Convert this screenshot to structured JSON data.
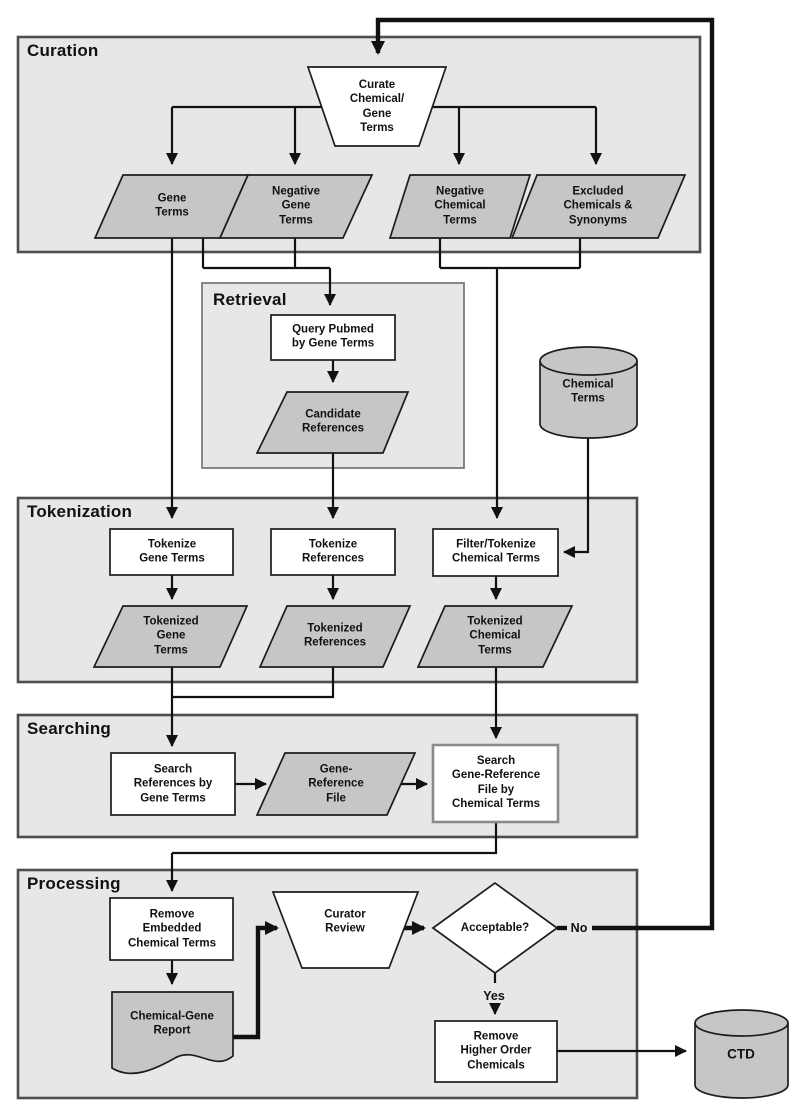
{
  "diagram": {
    "sections": {
      "curation": "Curation",
      "retrieval": "Retrieval",
      "tokenization": "Tokenization",
      "searching": "Searching",
      "processing": "Processing"
    },
    "nodes": {
      "curate": "Curate\nChemical/\nGene\nTerms",
      "gene_terms": "Gene\nTerms",
      "negative_gene_terms": "Negative\nGene\nTerms",
      "negative_chemical_terms": "Negative\nChemical\nTerms",
      "excluded_chemicals": "Excluded\nChemicals &\nSynonyms",
      "query_pubmed": "Query Pubmed\nby Gene Terms",
      "candidate_references": "Candidate\nReferences",
      "chemical_terms_db": "Chemical\nTerms",
      "tokenize_gene_terms": "Tokenize\nGene Terms",
      "tokenize_references": "Tokenize\nReferences",
      "filter_tokenize_chemical_terms": "Filter/Tokenize\nChemical Terms",
      "tokenized_gene_terms": "Tokenized\nGene\nTerms",
      "tokenized_references": "Tokenized\nReferences",
      "tokenized_chemical_terms": "Tokenized\nChemical\nTerms",
      "search_references": "Search\nReferences by\nGene Terms",
      "gene_reference_file": "Gene-\nReference\nFile",
      "search_gene_reference_file": "Search\nGene-Reference\nFile by\nChemical Terms",
      "remove_embedded": "Remove\nEmbedded\nChemical Terms",
      "chemical_gene_report": "Chemical-Gene\nReport",
      "curator_review": "Curator\nReview",
      "acceptable": "Acceptable?",
      "remove_higher_order": "Remove\nHigher Order\nChemicals",
      "ctd": "CTD"
    },
    "edge_labels": {
      "no": "No",
      "yes": "Yes"
    },
    "colors": {
      "section_fill": "#e7e7e7",
      "data_fill": "#c6c6c6",
      "process_fill": "#ffffff",
      "line": "#111111"
    }
  }
}
